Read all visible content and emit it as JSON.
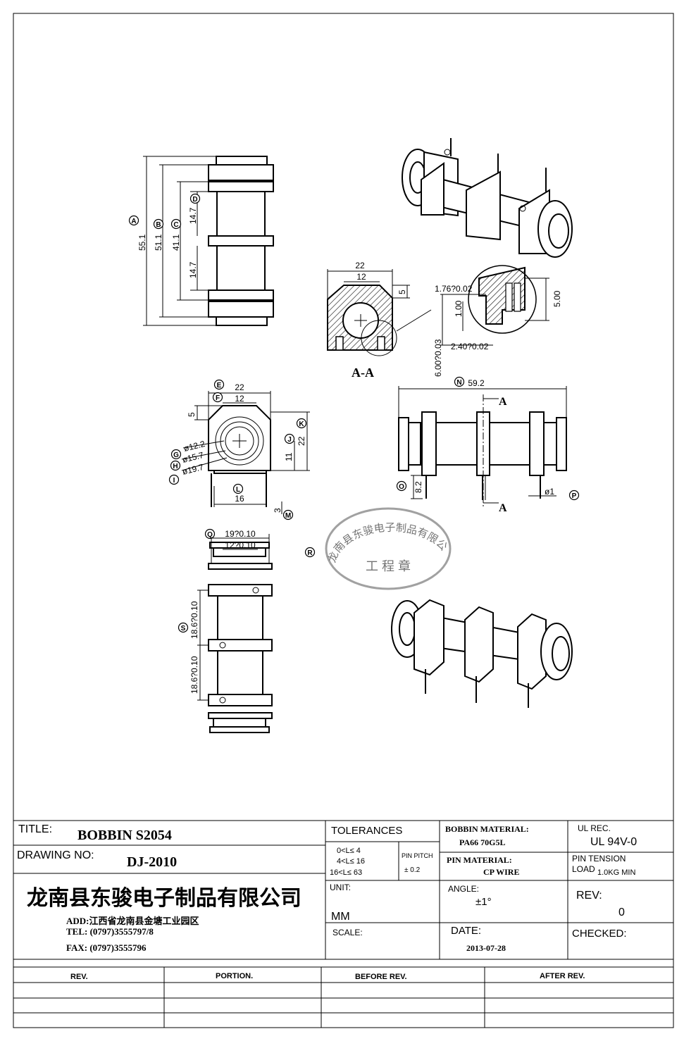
{
  "drawing": {
    "section_label": "A-A",
    "section_marker": "A"
  },
  "callouts": [
    "A",
    "B",
    "C",
    "D",
    "E",
    "F",
    "G",
    "H",
    "I",
    "J",
    "K",
    "L",
    "M",
    "N",
    "O",
    "P",
    "Q",
    "R",
    "S"
  ],
  "dims": {
    "front_height_a": "55.1",
    "front_height_b": "51.1",
    "front_height_c": "41.1",
    "front_d_upper": "14.7",
    "front_d_lower": "14.7",
    "section_width": "22",
    "section_inner": "12",
    "section_side": "5",
    "detail_a": "1.76?0.02",
    "detail_b": "1.00",
    "detail_c": "2.40?0.02",
    "detail_d": "5.00",
    "detail_e": "6.00?0.03",
    "end_width": "22",
    "end_inner": "12",
    "end_side": "5",
    "end_height": "22",
    "end_pin_h": "11",
    "end_base": "16",
    "end_pin_len": "3",
    "dia_g": "ø12.2",
    "dia_h": "ø15.7",
    "dia_i": "ø19.7",
    "side_length": "59.2",
    "side_pin_len": "8.2",
    "side_pin_dia": "ø1",
    "bottom_w1": "19?0.10",
    "bottom_w2": "12?0.10",
    "bottom_p1": "18.6?0.10",
    "bottom_p2": "18.6?0.10"
  },
  "stamp": {
    "ring": "龙南县东骏电子制品有限公司",
    "center": "工 程 章"
  },
  "titleblock": {
    "title_label": "TITLE:",
    "title_value": "BOBBIN S2054",
    "drawing_no_label": "DRAWING NO:",
    "drawing_no_value": "DJ-2010",
    "company": "龙南县东骏电子制品有限公司",
    "address": "ADD:江西省龙南县金塘工业园区",
    "tel": "TEL: (0797)3555797/8",
    "fax": "FAX: (0797)3555796",
    "tolerances_label": "TOLERANCES",
    "tol_row1": "0<L≤   4",
    "tol_row2": "4<L≤  16",
    "tol_row3": "16<L≤  63",
    "pin_pitch_label": "PIN PITCH",
    "pin_pitch_value": "± 0.2",
    "unit_label": "UNIT:",
    "unit_value": "MM",
    "scale_label": "SCALE:",
    "bobbin_material_label": "BOBBIN MATERIAL:",
    "bobbin_material_value": "PA66  70G5L",
    "pin_material_label": "PIN MATERIAL:",
    "pin_material_value": "CP WIRE",
    "angle_label": "ANGLE:",
    "angle_value": "±1°",
    "date_label": "DATE:",
    "date_value": "2013-07-28",
    "ul_label": "UL REC.",
    "ul_value": "UL 94V-0",
    "pin_tension_label": "PIN TENSION",
    "pin_tension_load": "LOAD",
    "pin_tension_value": "1.0KG MIN",
    "rev_label": "REV:",
    "rev_value": "0",
    "checked_label": "CHECKED:"
  },
  "revision_table": {
    "headers": [
      "REV.",
      "PORTION.",
      "BEFORE REV.",
      "AFTER REV."
    ]
  }
}
